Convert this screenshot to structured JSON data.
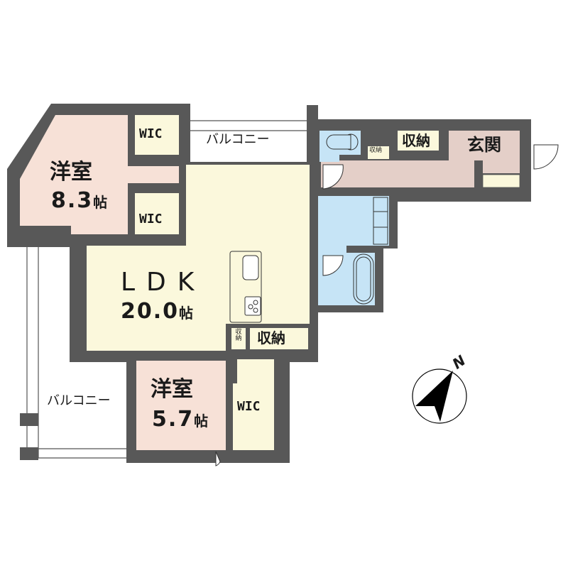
{
  "floorplan": {
    "colors": {
      "wall": "#585858",
      "western_room": "#f7e1d7",
      "ldk": "#fbf8dc",
      "wic": "#fbf8dc",
      "storage": "#fbf8dc",
      "wet_area": "#c6e4f6",
      "hallway": "#e4cfc8",
      "balcony": "#ffffff"
    },
    "rooms": {
      "western_room_1": {
        "name": "洋室",
        "size": "8.3",
        "unit": "帖"
      },
      "western_room_2": {
        "name": "洋室",
        "size": "5.7",
        "unit": "帖"
      },
      "ldk": {
        "name": "LDK",
        "size": "20.0",
        "unit": "帖"
      },
      "wic_1": {
        "name": "WIC"
      },
      "wic_2": {
        "name": "WIC"
      },
      "wic_3": {
        "name": "WIC"
      },
      "storage_hall": {
        "name": "収納"
      },
      "storage_hall_small": {
        "name": "収納"
      },
      "storage_ldk": {
        "name": "収納"
      },
      "storage_ldk_small": {
        "name": "収\n納"
      },
      "entrance": {
        "name": "玄関"
      },
      "balcony_top": {
        "name": "バルコニー"
      },
      "balcony_left": {
        "name": "バルコニー"
      }
    },
    "compass": {
      "label": "N"
    }
  }
}
